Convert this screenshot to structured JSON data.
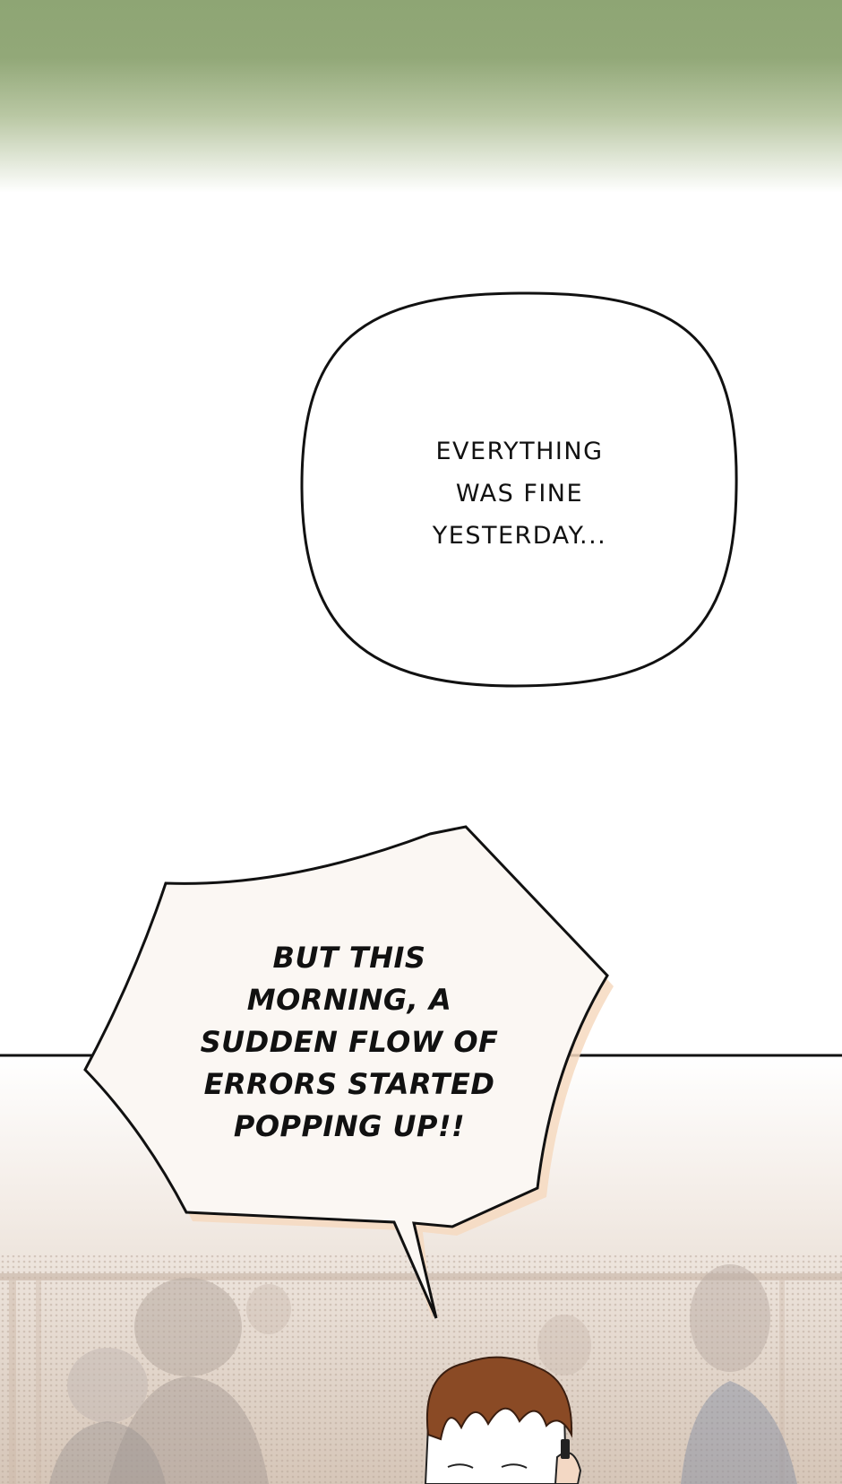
{
  "panel": {
    "top_gradient_color": "#8ea574",
    "background_color": "#ffffff",
    "scene_color": "#d8c8b8"
  },
  "bubbles": [
    {
      "id": "bubble-1",
      "shape": "rounded",
      "text": "EVERYTHING\nWAS FINE\nYESTERDAY..."
    },
    {
      "id": "bubble-2",
      "shape": "jagged-shout",
      "text": "BUT THIS\nMORNING, A\nSUDDEN FLOW OF\nERRORS STARTED\nPOPPING UP!!"
    }
  ],
  "characters": [
    {
      "name": "brown-haired-man",
      "hair_color": "#8a4a25"
    }
  ]
}
